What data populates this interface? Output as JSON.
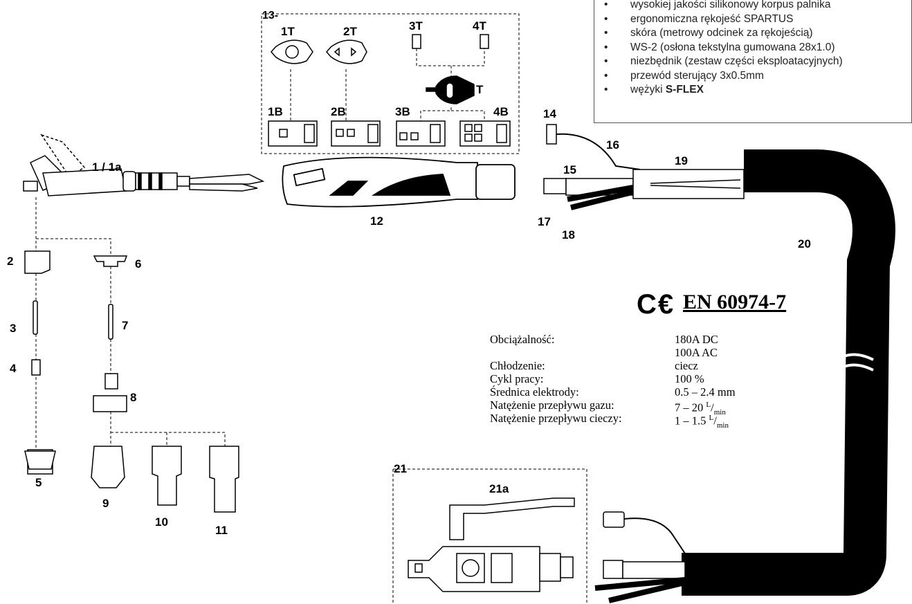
{
  "part_labels": {
    "p1": "1 / 1a",
    "p2": "2",
    "p3": "3",
    "p4": "4",
    "p5": "5",
    "p6": "6",
    "p7": "7",
    "p8": "8",
    "p9": "9",
    "p10": "10",
    "p11": "11",
    "p12": "12",
    "p13": "13-",
    "p14": "14",
    "p15": "15",
    "p16": "16",
    "p17": "17",
    "p18": "18",
    "p19": "19",
    "p20": "20",
    "p21": "21",
    "p21a": "21a"
  },
  "switch_labels": {
    "t1": "1T",
    "t2": "2T",
    "t3": "3T",
    "t4": "4T",
    "b1": "1B",
    "b2": "2B",
    "b3": "3B",
    "b4": "4B",
    "t": "T"
  },
  "features": [
    "wysokiej jakości silikonowy korpus palnika",
    "ergonomiczna rękojeść SPARTUS",
    "skóra (metrowy odcinek za rękojeścią)",
    "WS-2 (osłona tekstylna gumowana 28x1.0)",
    "niezbędnik (zestaw części eksploatacyjnych)",
    "przewód sterujący 3x0.5mm"
  ],
  "feature_last_prefix": "wężyki ",
  "feature_last_bold": "S-FLEX",
  "bullet": "•",
  "ce_mark": "C€",
  "standard": "EN 60974-7",
  "specs": {
    "load_label": "Obciążalność:",
    "load_dc": "180A DC",
    "load_ac": "100A AC",
    "cooling_label": "Chłodzenie:",
    "cooling_value": "ciecz",
    "duty_label": "Cykl pracy:",
    "duty_value": "100 %",
    "electrode_label": "Średnica elektrody:",
    "electrode_value": "0.5 – 2.4 mm",
    "gas_label": "Natężenie przepływu gazu:",
    "gas_value": "7 – 20",
    "liquid_label": "Natężenie przepływu cieczy:",
    "liquid_value": "1 – 1.5",
    "unit_num": "L",
    "unit_den": "min"
  }
}
